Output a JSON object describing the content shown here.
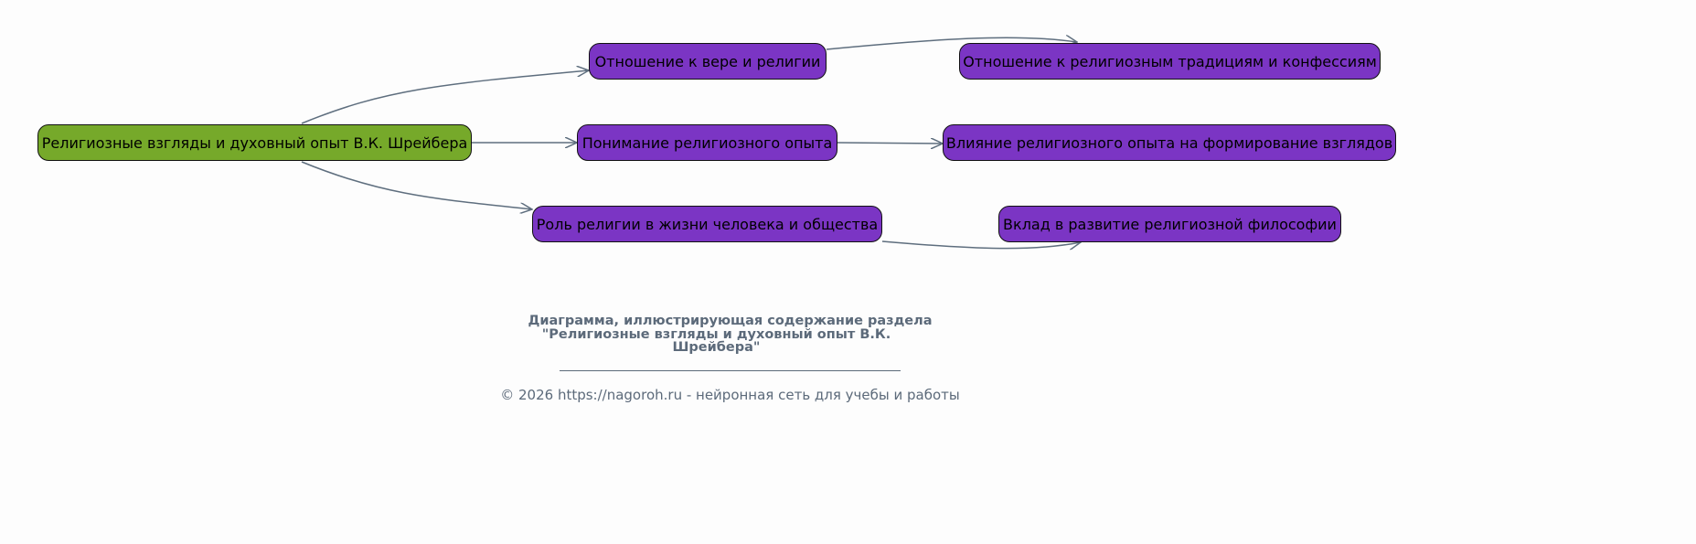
{
  "diagram": {
    "root": "Религиозные взгляды и духовный опыт В.К. Шрейбера",
    "level1": [
      "Отношение к вере и религии",
      "Понимание религиозного опыта",
      "Роль религии в жизни человека и общества"
    ],
    "level2": [
      "Отношение к религиозным традициям и конфессиям",
      "Влияние религиозного опыта на формирование взглядов",
      "Вклад в развитие религиозной философии"
    ],
    "colors": {
      "root": "#76a92a",
      "child": "#7b35c4",
      "edge": "#5e6e7e"
    }
  },
  "caption": {
    "line1": "Диаграмма, иллюстрирующая содержание раздела",
    "line2": "\"Религиозные взгляды и духовный опыт В.К.",
    "line3": "Шрейбера\""
  },
  "footer": "© 2026 https://nagoroh.ru - нейронная сеть для учебы и работы"
}
